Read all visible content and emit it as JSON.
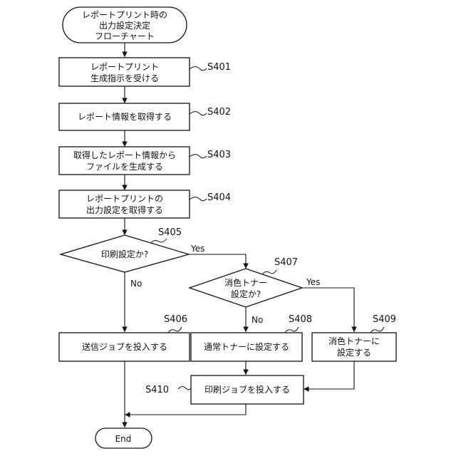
{
  "start": {
    "lines": [
      "レポートプリント時の",
      "出力設定決定",
      "フローチャート"
    ]
  },
  "steps": {
    "s401": {
      "label": "S401",
      "lines": [
        "レポートプリント",
        "生成指示を受ける"
      ]
    },
    "s402": {
      "label": "S402",
      "lines": [
        "レポート情報を取得する"
      ]
    },
    "s403": {
      "label": "S403",
      "lines": [
        "取得したレポート情報から",
        "ファイルを生成する"
      ]
    },
    "s404": {
      "label": "S404",
      "lines": [
        "レポートプリントの",
        "出力設定を取得する"
      ]
    },
    "s405": {
      "label": "S405",
      "lines": [
        "印刷設定か?"
      ]
    },
    "s406": {
      "label": "S406",
      "lines": [
        "送信ジョブを投入する"
      ]
    },
    "s407": {
      "label": "S407",
      "lines": [
        "消色トナー",
        "設定か?"
      ]
    },
    "s408": {
      "label": "S408",
      "lines": [
        "通常トナーに設定する"
      ]
    },
    "s409": {
      "label": "S409",
      "lines": [
        "消色トナーに",
        "設定する"
      ]
    },
    "s410": {
      "label": "S410",
      "lines": [
        "印刷ジョブを投入する"
      ]
    }
  },
  "branches": {
    "s405_yes": "Yes",
    "s405_no": "No",
    "s407_yes": "Yes",
    "s407_no": "No"
  },
  "end": {
    "label": "End"
  }
}
